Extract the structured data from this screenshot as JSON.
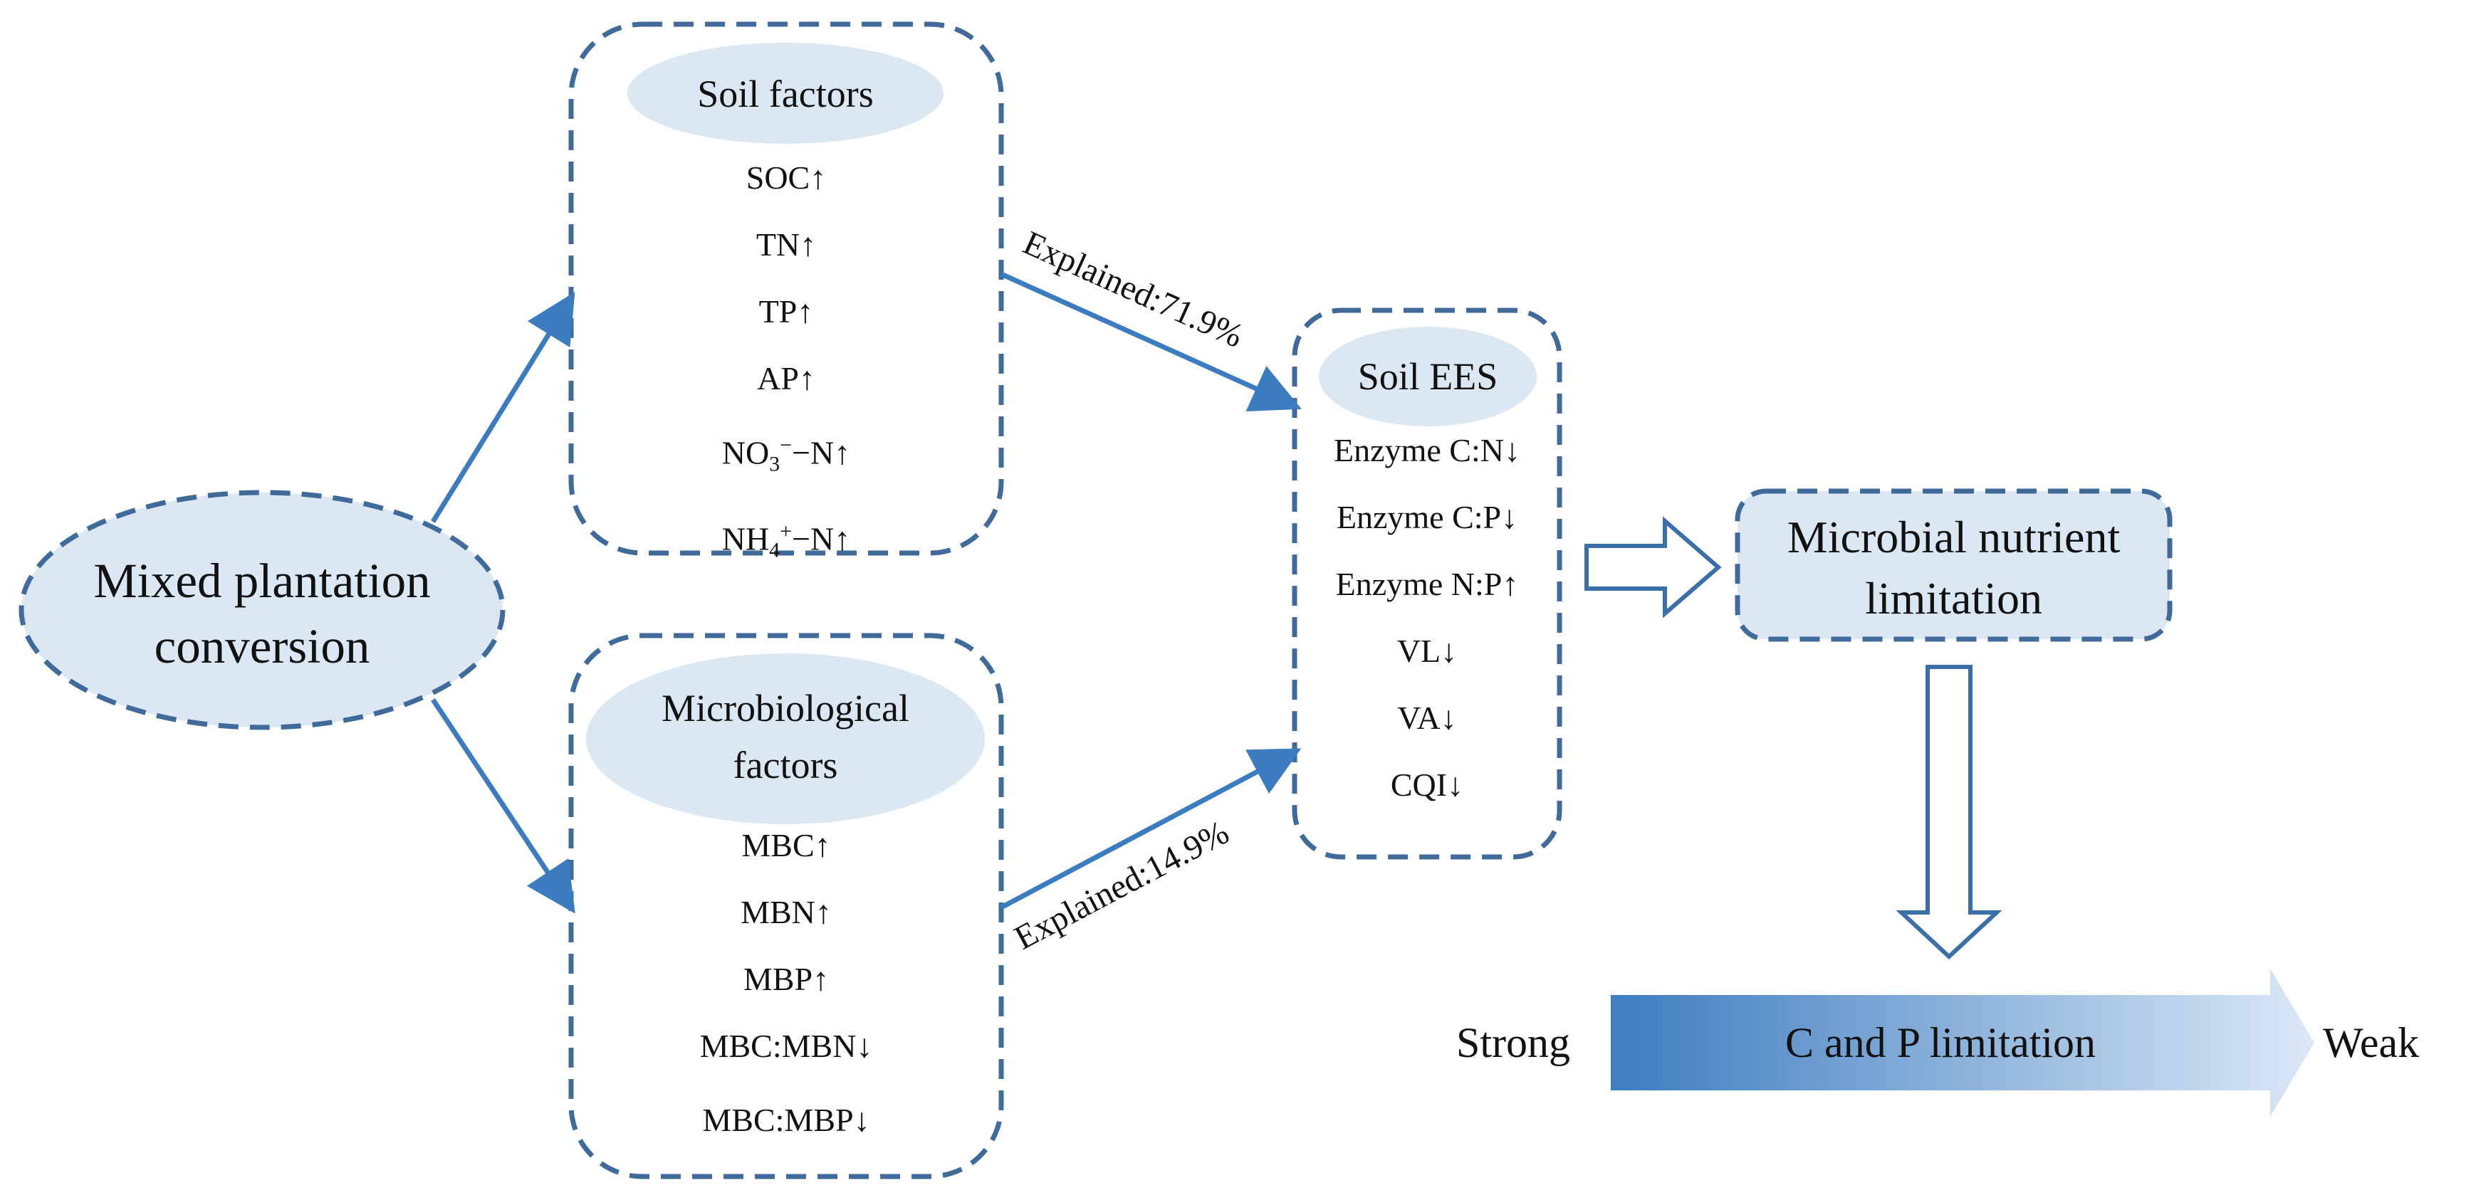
{
  "source": {
    "line1": "Mixed plantation",
    "line2": "conversion"
  },
  "soil_factors": {
    "title": "Soil factors",
    "items": [
      {
        "text": "SOC↑"
      },
      {
        "text": "TN↑"
      },
      {
        "text": "TP↑"
      },
      {
        "text": "AP↑"
      },
      {
        "pre": "NO",
        "sub": "3",
        "sup": "−",
        "post": "−N↑"
      },
      {
        "pre": "NH",
        "sub": "4",
        "sup": "+",
        "post": "−N↑"
      }
    ],
    "explained": "Explained:71.9%"
  },
  "micro_factors": {
    "title_line1": "Microbiological",
    "title_line2": "factors",
    "items": [
      "MBC↑",
      "MBN↑",
      "MBP↑",
      "MBC:MBN↓",
      "MBC:MBP↓"
    ],
    "explained": "Explained:14.9%"
  },
  "ees": {
    "title": "Soil EES",
    "items": [
      "Enzyme C:N↓",
      "Enzyme C:P↓",
      "Enzyme N:P↑",
      "VL↓",
      "VA↓",
      "CQI↓"
    ]
  },
  "limitation": {
    "line1": "Microbial nutrient",
    "line2": "limitation"
  },
  "gradient": {
    "label": "C and P limitation",
    "left": "Strong",
    "right": "Weak"
  },
  "colors": {
    "dash": "#3f6a9a",
    "arrow": "#3b7bbf",
    "fill": "#dce7f4",
    "gradient_start": "#3d7cc0",
    "gradient_end": "#dbe8f6"
  }
}
